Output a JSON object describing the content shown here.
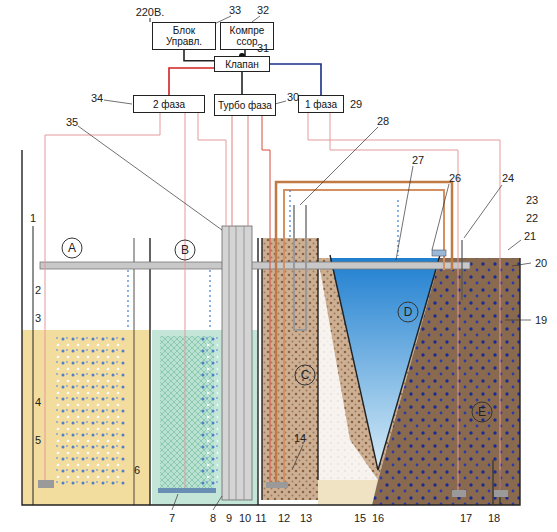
{
  "diagram": {
    "nodes": [
      {
        "text": [
          "Блок Управл."
        ]
      },
      {
        "text": [
          "Компре ссор"
        ]
      },
      {
        "text": [
          "Клапан"
        ]
      },
      {
        "text": [
          "2 фаза"
        ]
      },
      {
        "text": [
          "Турбо фаза"
        ]
      },
      {
        "text": [
          "1 фаза"
        ]
      },
      {
        "text": [
          "A"
        ]
      },
      {
        "text": [
          "B"
        ]
      },
      {
        "text": [
          "C"
        ]
      },
      {
        "text": [
          "D"
        ]
      },
      {
        "text": [
          "E"
        ]
      }
    ],
    "edges": [
      {
        "from": 0,
        "to": 2,
        "arrow": "none"
      },
      {
        "from": 1,
        "to": 2,
        "arrow": "none"
      },
      {
        "from": 2,
        "to": 3,
        "arrow": "none"
      },
      {
        "from": 2,
        "to": 4,
        "arrow": "none"
      },
      {
        "from": 2,
        "to": 5,
        "arrow": "none"
      }
    ],
    "labels": [
      "220В.",
      "1",
      "2",
      "3",
      "4",
      "5",
      "6",
      "7",
      "8",
      "9",
      "10",
      "11",
      "12",
      "13",
      "14",
      "15",
      "16",
      "17",
      "18",
      "19",
      "20",
      "21",
      "22",
      "23",
      "24",
      "26",
      "27",
      "28",
      "29",
      "30",
      "31",
      "32",
      "33",
      "34",
      "35"
    ]
  }
}
